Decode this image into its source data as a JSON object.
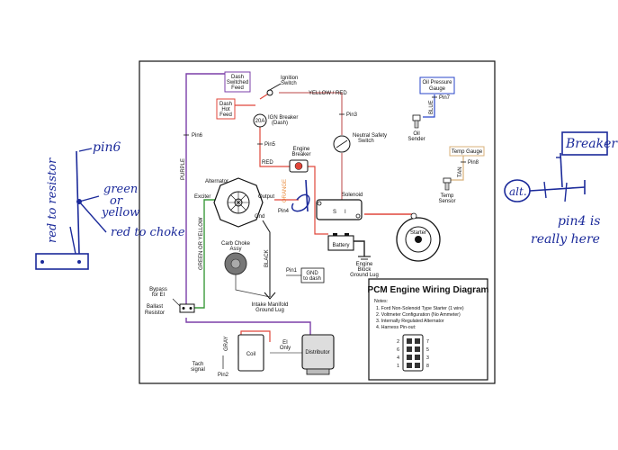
{
  "diagram": {
    "title": "PCM Engine Wiring Diagram",
    "notes_header": "Notes:",
    "notes": [
      "1. Ford Non-Solenoid Type Starter (1 wire)",
      "2. Voltmeter Configuration (No Ammeter)",
      "3. Internally Regulated Alternator",
      "4. Harness Pin-out:"
    ],
    "harness_pins": [
      "2",
      "6",
      "4",
      "1",
      "7",
      "5",
      "3",
      "8"
    ],
    "labels": {
      "dash_switched_feed": [
        "Dash",
        "Switched",
        "Feed"
      ],
      "ignition_switch": [
        "Ignition",
        "Switch"
      ],
      "yellow_red": "YELLOW / RED",
      "oil_pressure_gauge": [
        "Oil Pressure",
        "Gauge"
      ],
      "pin7": "Pin7",
      "blue": "BLUE",
      "oil_sender": [
        "Oil",
        "Sender"
      ],
      "dash_hot_feed": [
        "Dash",
        "Hot",
        "Feed"
      ],
      "breaker_20a": "20A",
      "ign_breaker": [
        "IGN Breaker",
        "(Dash)"
      ],
      "pin3": "Pin3",
      "neutral_safety_switch": [
        "Neutral Safety",
        "Switch"
      ],
      "pin6": "Pin6",
      "purple": "PURPLE",
      "pin5": "Pin5",
      "red": "RED",
      "engine_breaker": [
        "Engine",
        "Breaker"
      ],
      "temp_gauge": "Temp Gauge",
      "pin8": "Pin8",
      "tan": "TAN",
      "temp_sensor": [
        "Temp",
        "Sensor"
      ],
      "alternator": "Alternator",
      "exciter": "Exciter",
      "output": "Output",
      "gnd": "Gnd",
      "orange": "ORANGE",
      "pin4": "Pin4",
      "solenoid": "Solenoid",
      "solenoid_terms": [
        "S",
        "I"
      ],
      "battery": "Battery",
      "starter": "Starter",
      "engine_block_ground": [
        "Engine",
        "Block",
        "Ground Lug"
      ],
      "green_or_yellow": "GREEN OR YELLOW",
      "black": "BLACK",
      "carb_choke": [
        "Carb Choke",
        "Assy"
      ],
      "pin1": "Pin1",
      "gnd_to_dash": [
        "GND",
        "to dash"
      ],
      "intake_manifold": [
        "Intake Manifold",
        "Ground Lug"
      ],
      "bypass_for_ei": [
        "Bypass",
        "for EI"
      ],
      "ballast_resistor": [
        "Ballast",
        "Resistor"
      ],
      "gray": "GRAY",
      "coil": "Coil",
      "ei_only": [
        "EI",
        "Only"
      ],
      "distributor": "Distributor",
      "tach_signal": [
        "Tach",
        "signal"
      ],
      "pin2": "Pin2"
    }
  },
  "handwritten": {
    "left": {
      "pin6": "pin6",
      "red_to_resistor": "red to resistor",
      "green_or_yellow": [
        "green",
        "or",
        "yellow"
      ],
      "red_to_choke": "red to choke"
    },
    "right": {
      "breaker": "Breaker",
      "alt": "alt.",
      "pin4_note": [
        "pin4 is",
        "really here"
      ]
    }
  },
  "colors": {
    "purple": "#7b3fa8",
    "red": "#e0463a",
    "green": "#3c9a3c",
    "blue": "#2a46c9",
    "orange": "#e98a3a",
    "tan": "#d8b07a",
    "pen": "#1b2a9a"
  }
}
